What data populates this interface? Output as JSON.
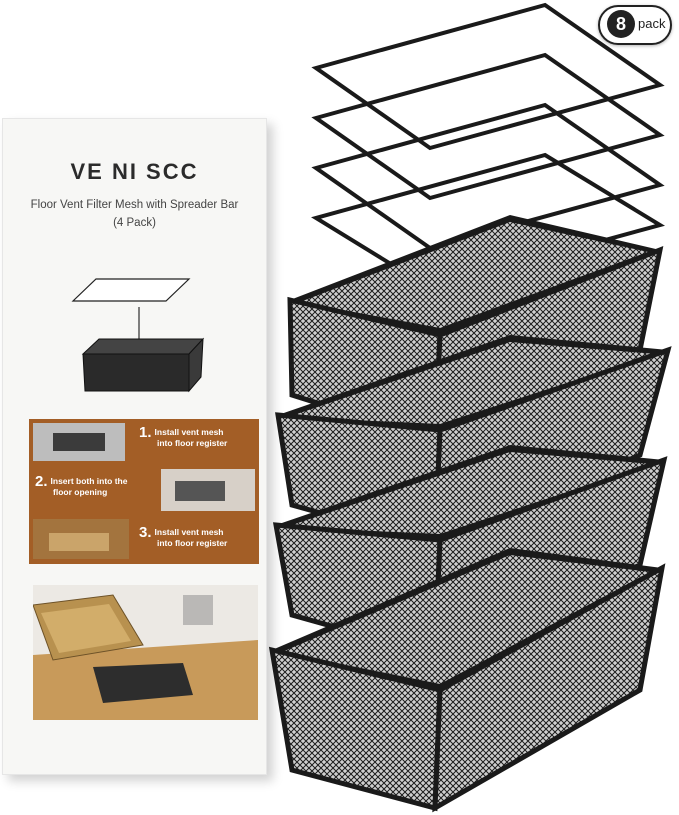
{
  "badge": {
    "count": "8",
    "word": "pack"
  },
  "box": {
    "brand": "VE NI SCC",
    "subtitle": "Floor Vent Filter Mesh with Spreader Bar",
    "pack": "(4 Pack)",
    "steps": [
      {
        "num": "1.",
        "text1": "Install vent mesh",
        "text2": "into floor register"
      },
      {
        "num": "2.",
        "text1": "Insert both into the",
        "text2": "floor opening"
      },
      {
        "num": "3.",
        "text1": "Install vent mesh",
        "text2": "into floor register"
      }
    ]
  },
  "colors": {
    "box_bg": "#f7f7f5",
    "steps_bg": "#a35e26",
    "mesh": "#1e1e1e",
    "floor": "#c89a5a"
  }
}
